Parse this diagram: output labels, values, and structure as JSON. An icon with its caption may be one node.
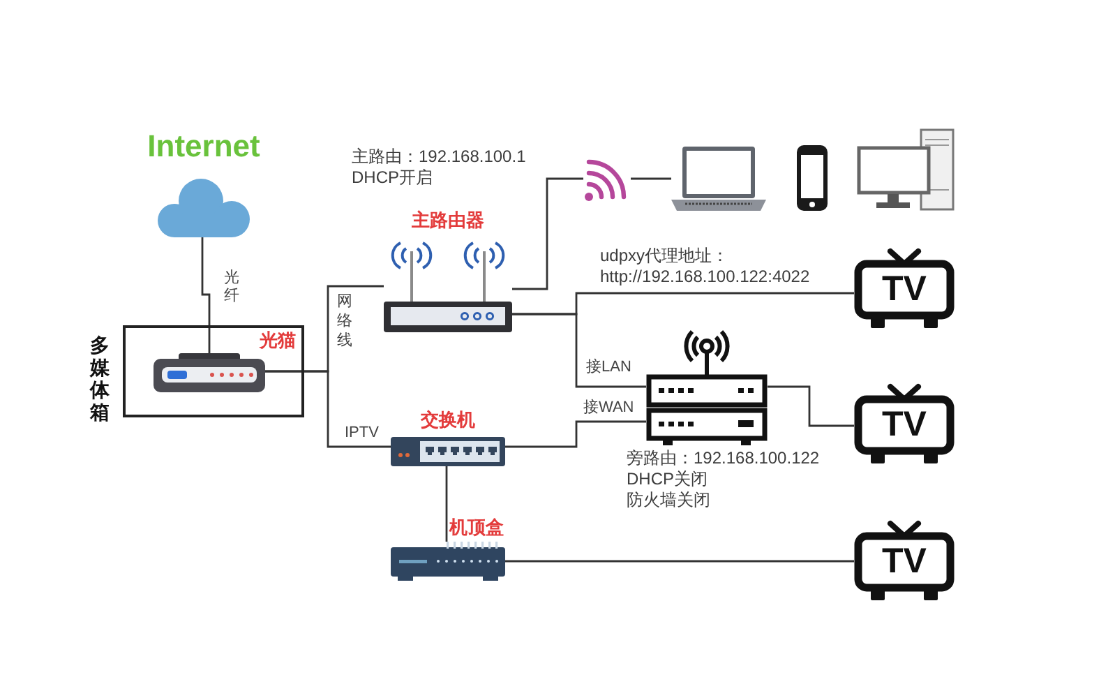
{
  "diagram": {
    "nodes": [
      {
        "text": [
          "Internet"
        ]
      },
      {
        "text": [
          "多媒体箱"
        ]
      },
      {
        "text": [
          "光猫"
        ],
        "in": 1
      },
      {
        "text": [
          "主路由器"
        ],
        "beside": [
          "主路由：192.168.100.1 DHCP开启"
        ]
      },
      {
        "text": [],
        "shape": "picture"
      },
      {
        "text": [],
        "shape": "picture"
      },
      {
        "text": [],
        "shape": "picture"
      },
      {
        "text": [],
        "shape": "picture"
      },
      {
        "text": [
          "TV"
        ]
      },
      {
        "text": [],
        "shape": "picture",
        "beside": [
          "旁路由：192.168.100.122 DHCP关闭防火墙关闭"
        ]
      },
      {
        "text": [
          "TV"
        ]
      },
      {
        "text": [
          "交换机"
        ]
      },
      {
        "text": [
          "机顶盒"
        ]
      },
      {
        "text": [
          "TV"
        ]
      }
    ],
    "edges": [
      {
        "from": 0,
        "to": 2,
        "arrow": "none",
        "label": "光纤"
      },
      {
        "from": 2,
        "to": 3,
        "arrow": "none",
        "label": "网络线"
      },
      {
        "from": 2,
        "to": 11,
        "arrow": "none",
        "label": "IPTV"
      },
      {
        "from": 3,
        "to": 4,
        "arrow": "none"
      },
      {
        "from": 4,
        "to": 5,
        "arrow": "none"
      },
      {
        "from": 3,
        "to": 8,
        "arrow": "none",
        "label": "udpxy代理地址： http://192.168.100.122:4022"
      },
      {
        "from": 3,
        "to": 9,
        "arrow": "none",
        "label": "接LAN"
      },
      {
        "from": 11,
        "to": 9,
        "arrow": "none",
        "label": "接WAN"
      },
      {
        "from": 9,
        "to": 10,
        "arrow": "none"
      },
      {
        "from": 11,
        "to": 12,
        "arrow": "none"
      },
      {
        "from": 12,
        "to": 13,
        "arrow": "none"
      }
    ]
  }
}
